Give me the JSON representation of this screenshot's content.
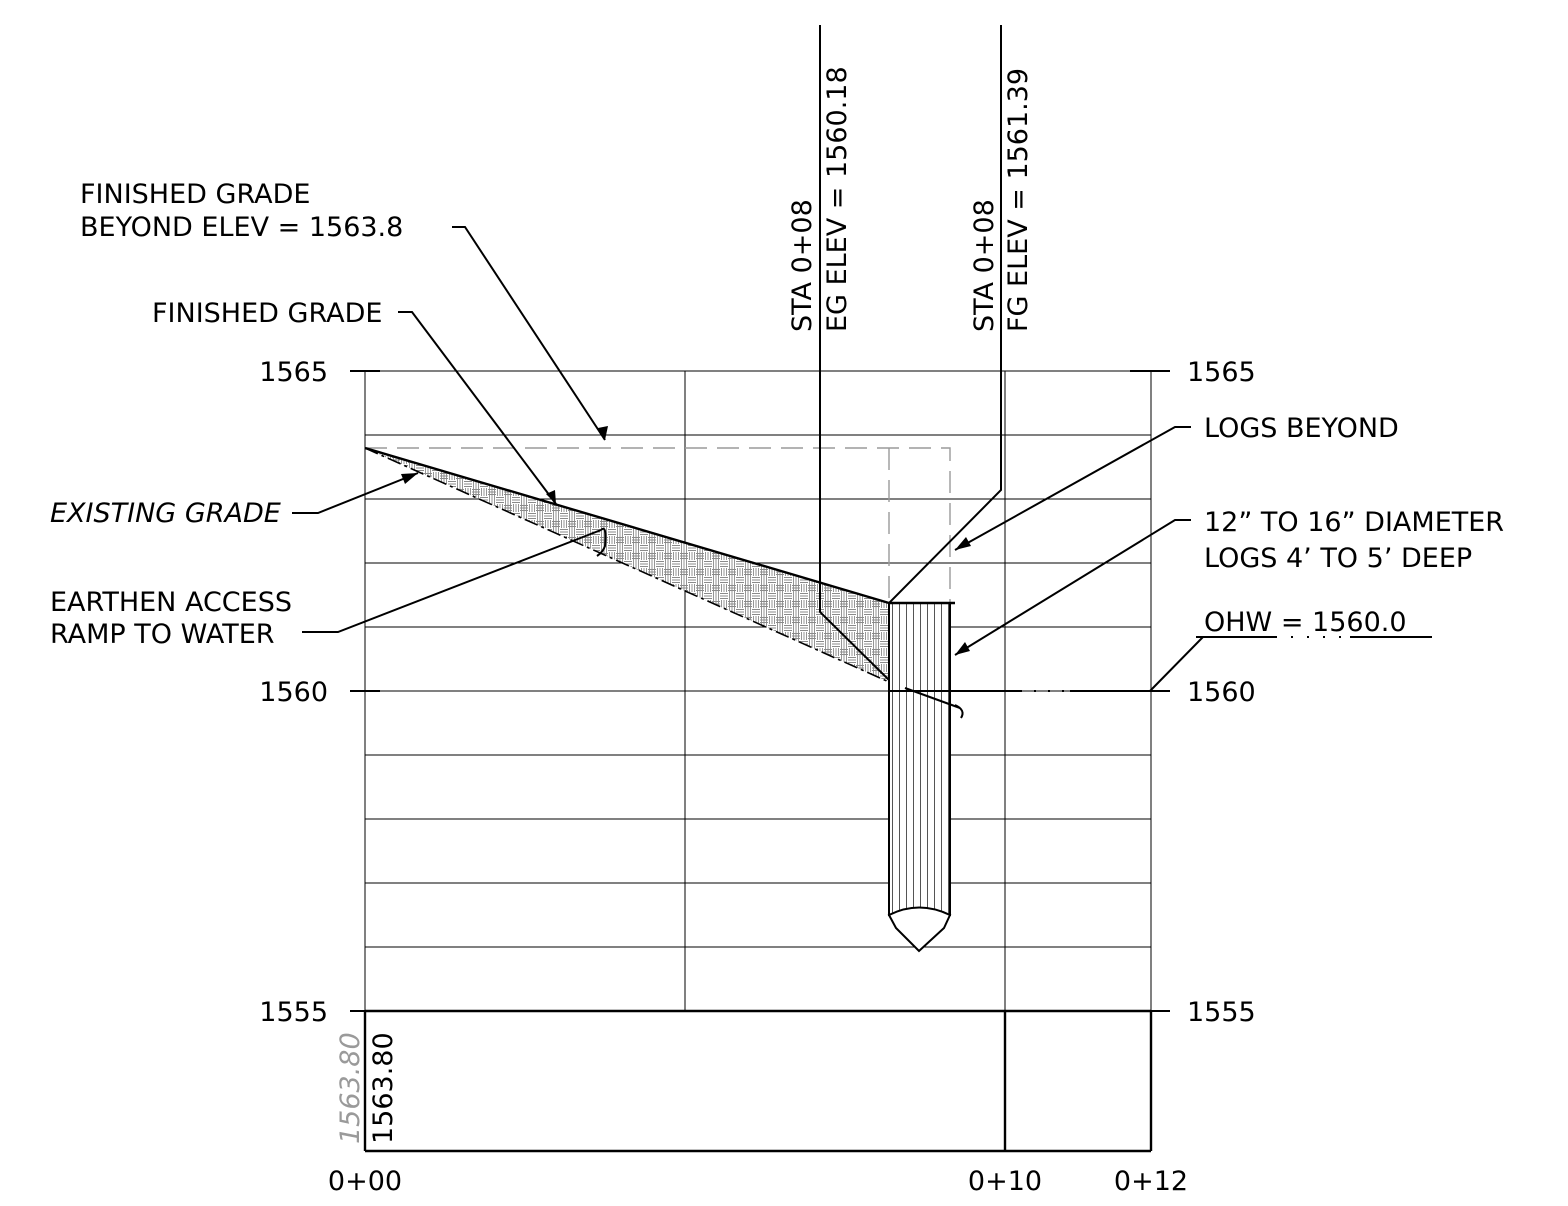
{
  "labels": {
    "fg_beyond_line1": "FINISHED GRADE",
    "fg_beyond_line2": "BEYOND ELEV = 1563.8",
    "finished_grade": "FINISHED GRADE",
    "existing_grade": "EXISTING GRADE",
    "ramp_line1": "EARTHEN ACCESS",
    "ramp_line2": "RAMP TO WATER",
    "logs_beyond": "LOGS BEYOND",
    "logs_dia_line1": "12” TO 16” DIAMETER",
    "logs_dia_line2": "LOGS 4’ TO 5’ DEEP",
    "ohw": "OHW = 1560.0",
    "eg_sta": "STA 0+08",
    "eg_elev": "EG ELEV = 1560.18",
    "fg_sta": "STA 0+08",
    "fg_elev": "FG ELEV = 1561.39",
    "bottom_elev_eg": "1563.80",
    "bottom_elev_fg": "1563.80"
  },
  "elevations_left": [
    "1565",
    "1560",
    "1555"
  ],
  "elevations_right": [
    "1565",
    "1560",
    "1555"
  ],
  "stations": [
    "0+00",
    "0+10",
    "0+12"
  ],
  "colors": {
    "line": "#000000",
    "hidden": "#9a9a9a",
    "hatch": "#777777"
  }
}
